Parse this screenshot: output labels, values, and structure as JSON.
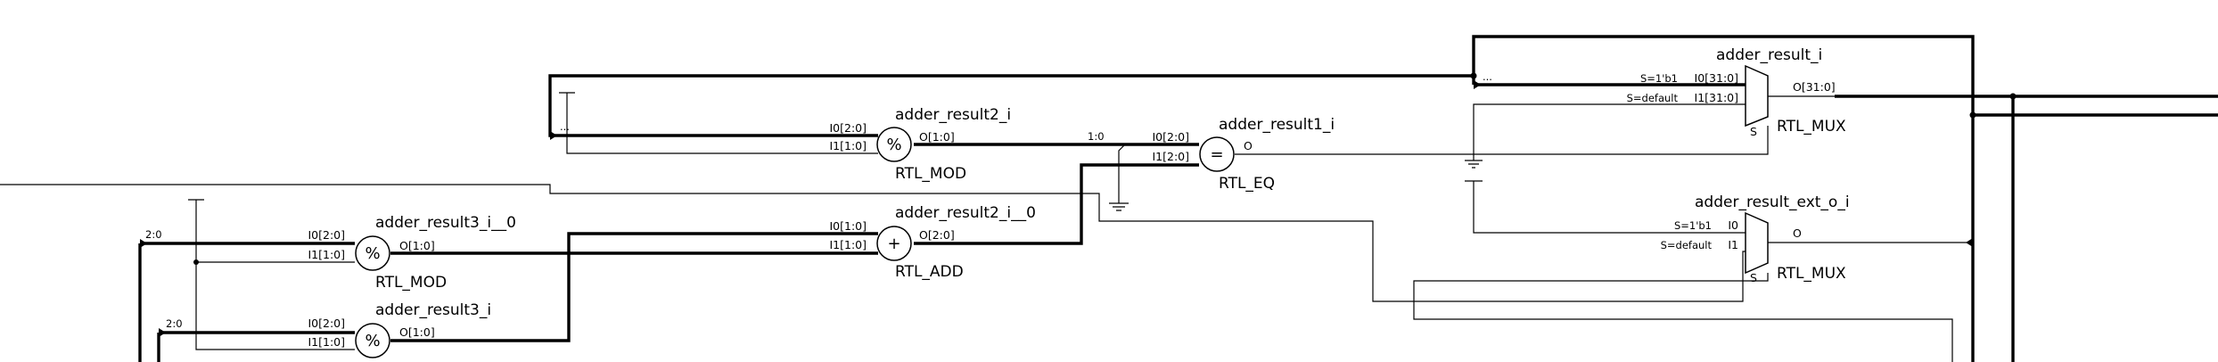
{
  "cells": {
    "adder_result2_i": {
      "name": "adder_result2_i",
      "type": "RTL_MOD",
      "symbol": "%",
      "in0": "I0[2:0]",
      "in1": "I1[1:0]",
      "out": "O[1:0]"
    },
    "adder_result1_i": {
      "name": "adder_result1_i",
      "type": "RTL_EQ",
      "symbol": "=",
      "in0": "I0[2:0]",
      "in1": "I1[2:0]",
      "out": "O"
    },
    "adder_result2_i__0": {
      "name": "adder_result2_i__0",
      "type": "RTL_ADD",
      "symbol": "+",
      "in0": "I0[1:0]",
      "in1": "I1[1:0]",
      "out": "O[2:0]"
    },
    "adder_result3_i__0": {
      "name": "adder_result3_i__0",
      "type": "RTL_MOD",
      "symbol": "%",
      "in0": "I0[2:0]",
      "in1": "I1[1:0]",
      "out": "O[1:0]"
    },
    "adder_result3_i": {
      "name": "adder_result3_i",
      "type": "",
      "symbol": "%",
      "in0": "I0[2:0]",
      "in1": "I1[1:0]",
      "out": "O[1:0]"
    },
    "adder_result_i": {
      "name": "adder_result_i",
      "type": "RTL_MUX",
      "in0": "I0[31:0]",
      "in1": "I1[31:0]",
      "out": "O[31:0]",
      "sel": "S",
      "cond0": "S=1'b1",
      "cond1": "S=default"
    },
    "adder_result_ext_o_i": {
      "name": "adder_result_ext_o_i",
      "type": "RTL_MUX",
      "in0": "I0",
      "in1": "I1",
      "out": "O",
      "sel": "S",
      "cond0": "S=1'b1",
      "cond1": "S=default"
    }
  },
  "net_labels": {
    "slice_mod2_in": "...",
    "slice_mux_in": "...",
    "slice_eq_in": "1:0",
    "slice_mod3a_in": "2:0",
    "slice_mod3b_in": "2:0"
  }
}
